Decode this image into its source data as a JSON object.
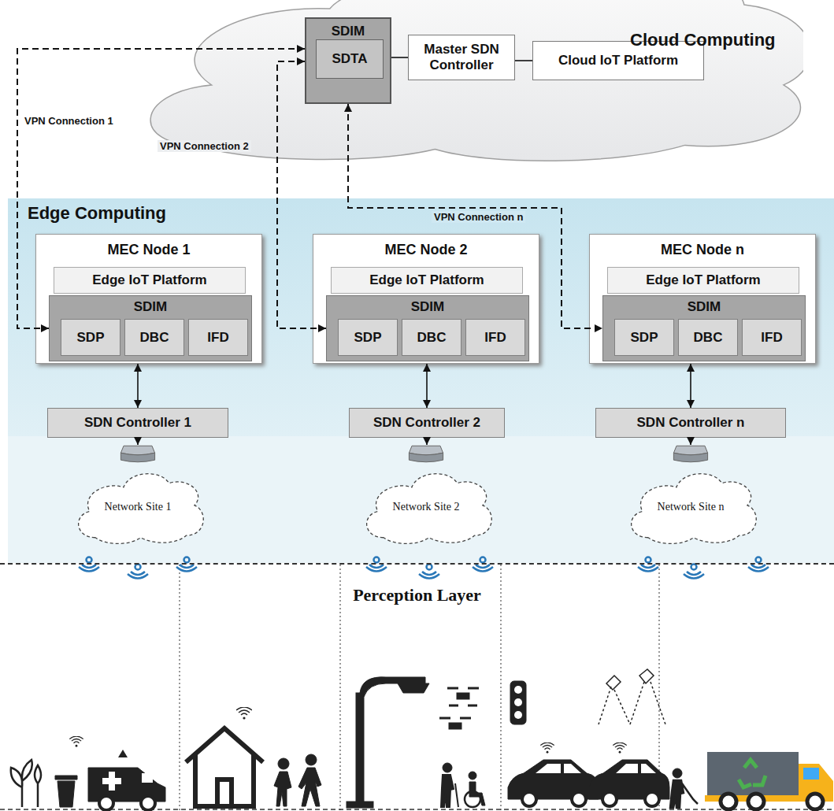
{
  "diagram": {
    "nodes": [
      {
        "text": [
          "Cloud Computing"
        ]
      },
      {
        "text": [
          "SDIM"
        ],
        "in": 0
      },
      {
        "text": [
          "SDTA"
        ],
        "in": 1
      },
      {
        "text": [
          "Master SDN Controller"
        ],
        "in": 0
      },
      {
        "text": [
          "Cloud IoT Platform"
        ],
        "in": 0
      },
      {
        "text": [
          "Edge Computing"
        ]
      },
      {
        "text": [
          "MEC Node 1"
        ],
        "in": 5
      },
      {
        "text": [
          "Edge IoT Platform"
        ],
        "in": 6
      },
      {
        "text": [
          "SDIM"
        ],
        "in": 6
      },
      {
        "text": [
          "SDP"
        ],
        "in": 8
      },
      {
        "text": [
          "DBC"
        ],
        "in": 8
      },
      {
        "text": [
          "IFD"
        ],
        "in": 8
      },
      {
        "text": [
          "MEC Node 2"
        ],
        "in": 5
      },
      {
        "text": [
          "Edge IoT Platform"
        ],
        "in": 12
      },
      {
        "text": [
          "SDIM"
        ],
        "in": 12
      },
      {
        "text": [
          "SDP"
        ],
        "in": 14
      },
      {
        "text": [
          "DBC"
        ],
        "in": 14
      },
      {
        "text": [
          "IFD"
        ],
        "in": 14
      },
      {
        "text": [
          "MEC Node n"
        ],
        "in": 5
      },
      {
        "text": [
          "Edge IoT Platform"
        ],
        "in": 18
      },
      {
        "text": [
          "SDIM"
        ],
        "in": 18
      },
      {
        "text": [
          "SDP"
        ],
        "in": 20
      },
      {
        "text": [
          "DBC"
        ],
        "in": 20
      },
      {
        "text": [
          "IFD"
        ],
        "in": 20
      },
      {
        "text": [
          "SDN Controller 1"
        ],
        "in": 5
      },
      {
        "text": [
          "SDN Controller 2"
        ],
        "in": 5
      },
      {
        "text": [
          "SDN Controller n"
        ],
        "in": 5
      },
      {
        "text": [
          "Network Site 1"
        ]
      },
      {
        "text": [
          "Network Site 2"
        ]
      },
      {
        "text": [
          "Network Site n"
        ]
      },
      {
        "text": [
          "Perception Layer"
        ]
      }
    ],
    "edges": [
      {
        "from": 1,
        "to": 8,
        "arrow": "both",
        "label": "VPN Connection 1"
      },
      {
        "from": 1,
        "to": 14,
        "arrow": "both",
        "label": "VPN Connection 2"
      },
      {
        "from": 1,
        "to": 20,
        "arrow": "both",
        "label": "VPN Connection n"
      },
      {
        "from": 1,
        "to": 3,
        "arrow": "none"
      },
      {
        "from": 3,
        "to": 4,
        "arrow": "none"
      },
      {
        "from": 6,
        "to": 24,
        "arrow": "both"
      },
      {
        "from": 12,
        "to": 25,
        "arrow": "both"
      },
      {
        "from": 18,
        "to": 26,
        "arrow": "both"
      },
      {
        "from": 24,
        "to": 27,
        "arrow": "to"
      },
      {
        "from": 25,
        "to": 28,
        "arrow": "to"
      },
      {
        "from": 26,
        "to": 29,
        "arrow": "to"
      }
    ]
  }
}
